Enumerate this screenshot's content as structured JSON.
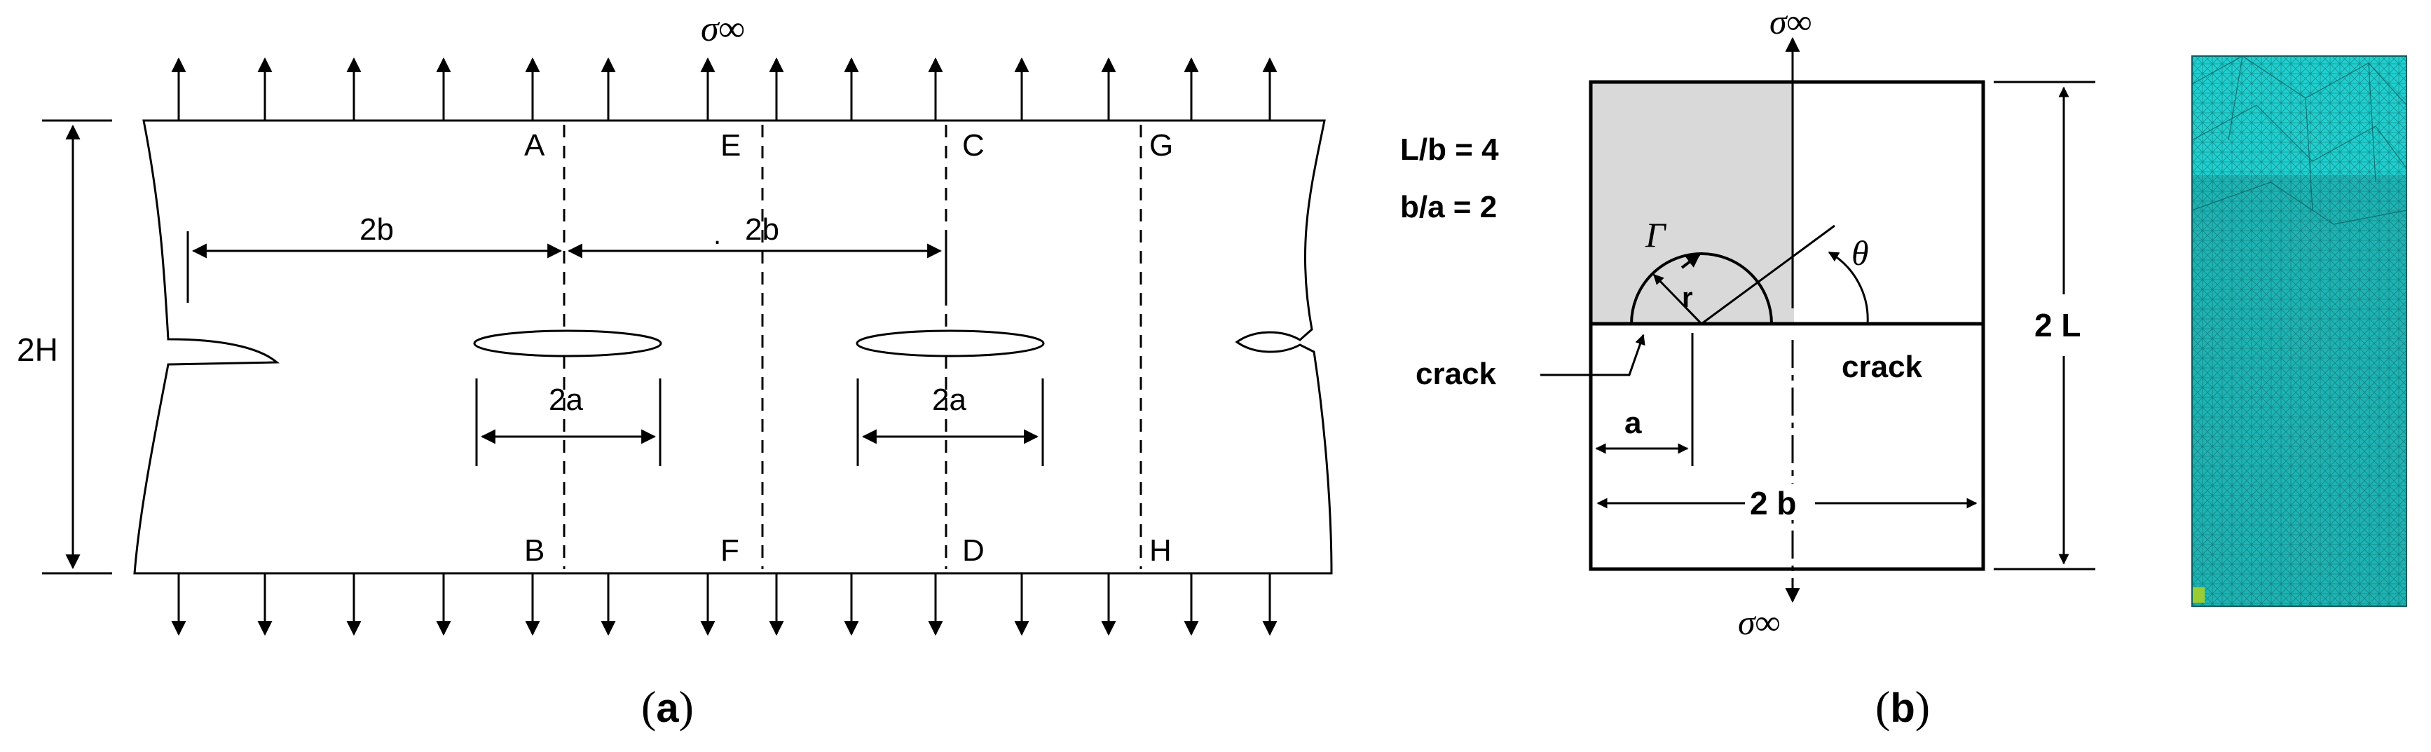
{
  "panel_a": {
    "stress_top": "σ∞",
    "height_label": "2H",
    "points_top": [
      "A",
      "E",
      "C",
      "G"
    ],
    "points_bottom": [
      "B",
      "F",
      "D",
      "H"
    ],
    "spacing_label_left": "2b",
    "spacing_label_right": "2b",
    "spacing_dot": ".",
    "crack_label_left": "2a",
    "crack_label_right": "2a",
    "caption_open": "(",
    "caption_letter": "a",
    "caption_close": ")"
  },
  "panel_b": {
    "stress_top": "σ∞",
    "stress_bottom": "σ∞",
    "ratio_lb": "L/b = 4",
    "ratio_ba": "b/a = 2",
    "gamma": "Γ",
    "theta": "θ",
    "radius": "r",
    "crack_left": "crack",
    "crack_right": "crack",
    "a_label": "a",
    "width_label": "2 b",
    "length_label": "2 L",
    "caption_open": "(",
    "caption_letter": "b",
    "caption_close": ")"
  },
  "colors": {
    "line": "#000000",
    "shaded_quadrant": "#d9d9d9",
    "mesh_fill": "#1fb3b3",
    "mesh_top": "#22d6d6",
    "mesh_line": "#0a5f5f"
  }
}
